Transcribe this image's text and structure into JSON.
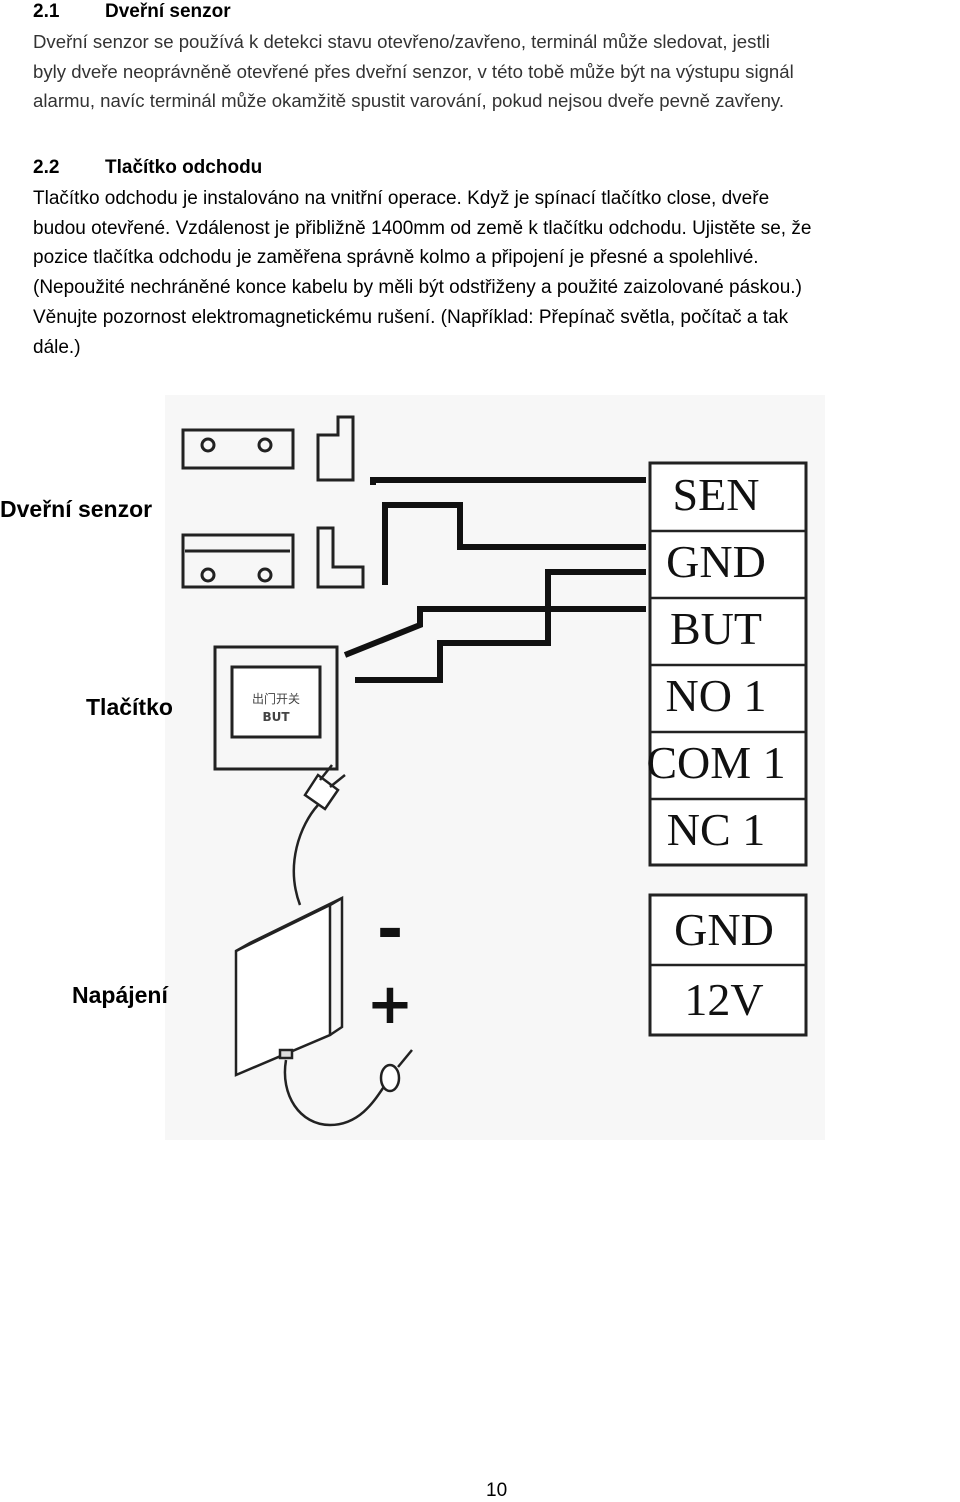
{
  "section_1": {
    "number": "2.1",
    "title": "Dveřní senzor",
    "lines": [
      "Dveřní senzor se používá k detekci stavu otevřeno/zavřeno, terminál může sledovat, jestli",
      "byly dveře neoprávněně otevřené přes dveřní senzor, v této tobě může být na výstupu signál",
      "alarmu, navíc terminál může okamžitě spustit varování, pokud nejsou dveře pevně zavřeny."
    ]
  },
  "section_2": {
    "number": "2.2",
    "title": "Tlačítko odchodu",
    "lines": [
      "Tlačítko odchodu je instalováno na vnitřní operace. Když je spínací tlačítko close, dveře",
      "budou otevřené. Vzdálenost je přibližně 1400mm od země k tlačítku odchodu. Ujistěte se, že",
      "pozice tlačítka odchodu je zaměřena správně kolmo a připojení je přesné a spolehlivé.",
      "(Nepoužité nechráněné konce kabelu by měli být odstřiženy a použité zaizolované páskou.)",
      "Věnujte pozornost elektromagnetickému rušení. (Například: Přepínač světla, počítač a tak",
      "dále.)"
    ]
  },
  "diagram": {
    "labels": {
      "door_sensor": "Dveřní senzor",
      "button": "Tlačítko",
      "power": "Napájení"
    },
    "button_face": {
      "chinese": "出门开关",
      "latin": "BUT"
    },
    "terminals_upper": [
      "SEN",
      "GND",
      "BUT",
      "NO 1",
      "COM 1",
      "NC 1"
    ],
    "terminals_lower": [
      "GND",
      "12V"
    ],
    "polarity": {
      "minus": "-",
      "plus": "+"
    }
  },
  "page_number": "10"
}
